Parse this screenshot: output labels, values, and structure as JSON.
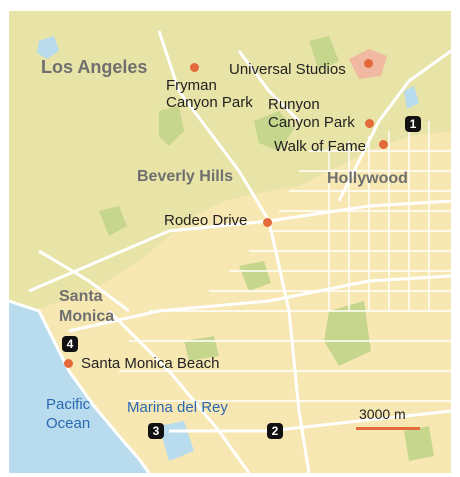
{
  "map": {
    "labels": {
      "los_angeles": "Los Angeles",
      "beverly_hills": "Beverly Hills",
      "hollywood": "Hollywood",
      "santa_monica_1": "Santa",
      "santa_monica_2": "Monica",
      "pacific_1": "Pacific",
      "pacific_2": "Ocean",
      "marina_del_rey": "Marina del Rey"
    },
    "pois": {
      "universal_studios": "Universal Studios",
      "fryman_1": "Fryman",
      "fryman_2": "Canyon Park",
      "runyon_1": "Runyon",
      "runyon_2": "Canyon Park",
      "walk_of_fame": "Walk of Fame",
      "rodeo_drive": "Rodeo Drive",
      "santa_monica_beach": "Santa Monica Beach"
    },
    "markers": [
      "1",
      "2",
      "3",
      "4"
    ],
    "scale": {
      "label": "3000 m"
    },
    "colors": {
      "land": "#f7e8b3",
      "hills": "#e6e0a0",
      "park": "#cbd890",
      "ocean": "#b9dbee",
      "road": "#ffffff",
      "poi_dot": "#e46a3c"
    }
  }
}
